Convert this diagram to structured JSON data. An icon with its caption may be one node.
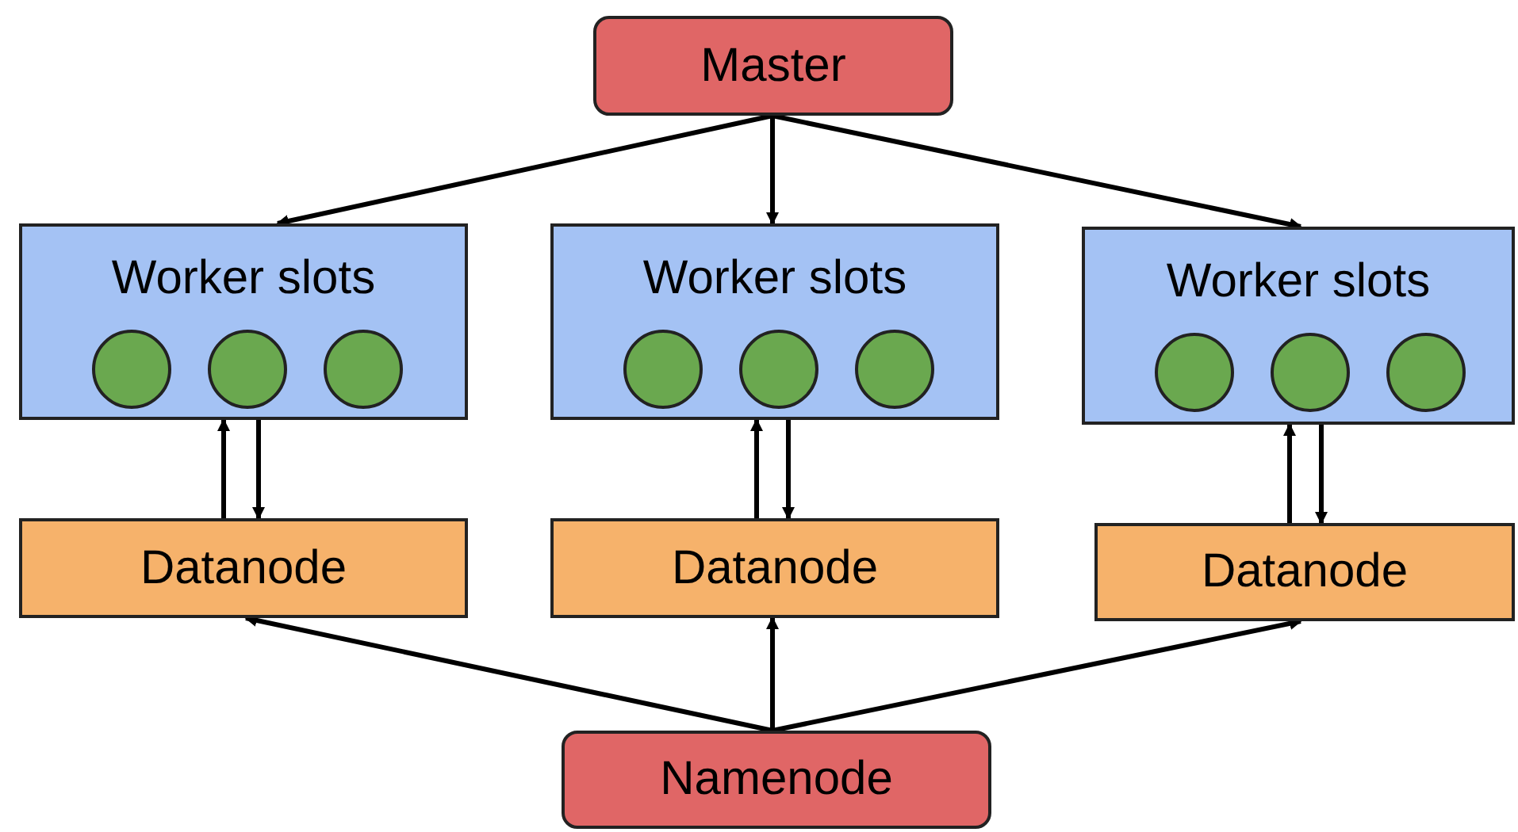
{
  "diagram": {
    "nodes": [
      {
        "text": [
          "Master"
        ]
      },
      {
        "text": [
          "Worker slots"
        ]
      },
      {
        "text": [],
        "shape": "circle",
        "in": 1
      },
      {
        "text": [],
        "shape": "circle",
        "in": 1
      },
      {
        "text": [],
        "shape": "circle",
        "in": 1
      },
      {
        "text": [
          "Worker slots"
        ]
      },
      {
        "text": [],
        "shape": "circle",
        "in": 5
      },
      {
        "text": [],
        "shape": "circle",
        "in": 5
      },
      {
        "text": [],
        "shape": "circle",
        "in": 5
      },
      {
        "text": [
          "Worker slots"
        ]
      },
      {
        "text": [],
        "shape": "circle",
        "in": 9
      },
      {
        "text": [],
        "shape": "circle",
        "in": 9
      },
      {
        "text": [],
        "shape": "circle",
        "in": 9
      },
      {
        "text": [
          "Datanode"
        ]
      },
      {
        "text": [
          "Datanode"
        ]
      },
      {
        "text": [
          "Datanode"
        ]
      },
      {
        "text": [
          "Namenode"
        ]
      }
    ],
    "edges": [
      {
        "from": 0,
        "to": 1,
        "arrow": "to"
      },
      {
        "from": 0,
        "to": 5,
        "arrow": "to"
      },
      {
        "from": 0,
        "to": 9,
        "arrow": "to"
      },
      {
        "from": 13,
        "to": 1,
        "arrow": "to"
      },
      {
        "from": 1,
        "to": 13,
        "arrow": "to"
      },
      {
        "from": 14,
        "to": 5,
        "arrow": "to"
      },
      {
        "from": 5,
        "to": 14,
        "arrow": "to"
      },
      {
        "from": 15,
        "to": 9,
        "arrow": "to"
      },
      {
        "from": 9,
        "to": 15,
        "arrow": "to"
      },
      {
        "from": 16,
        "to": 13,
        "arrow": "to"
      },
      {
        "from": 16,
        "to": 14,
        "arrow": "to"
      },
      {
        "from": 16,
        "to": 15,
        "arrow": "to"
      }
    ]
  }
}
